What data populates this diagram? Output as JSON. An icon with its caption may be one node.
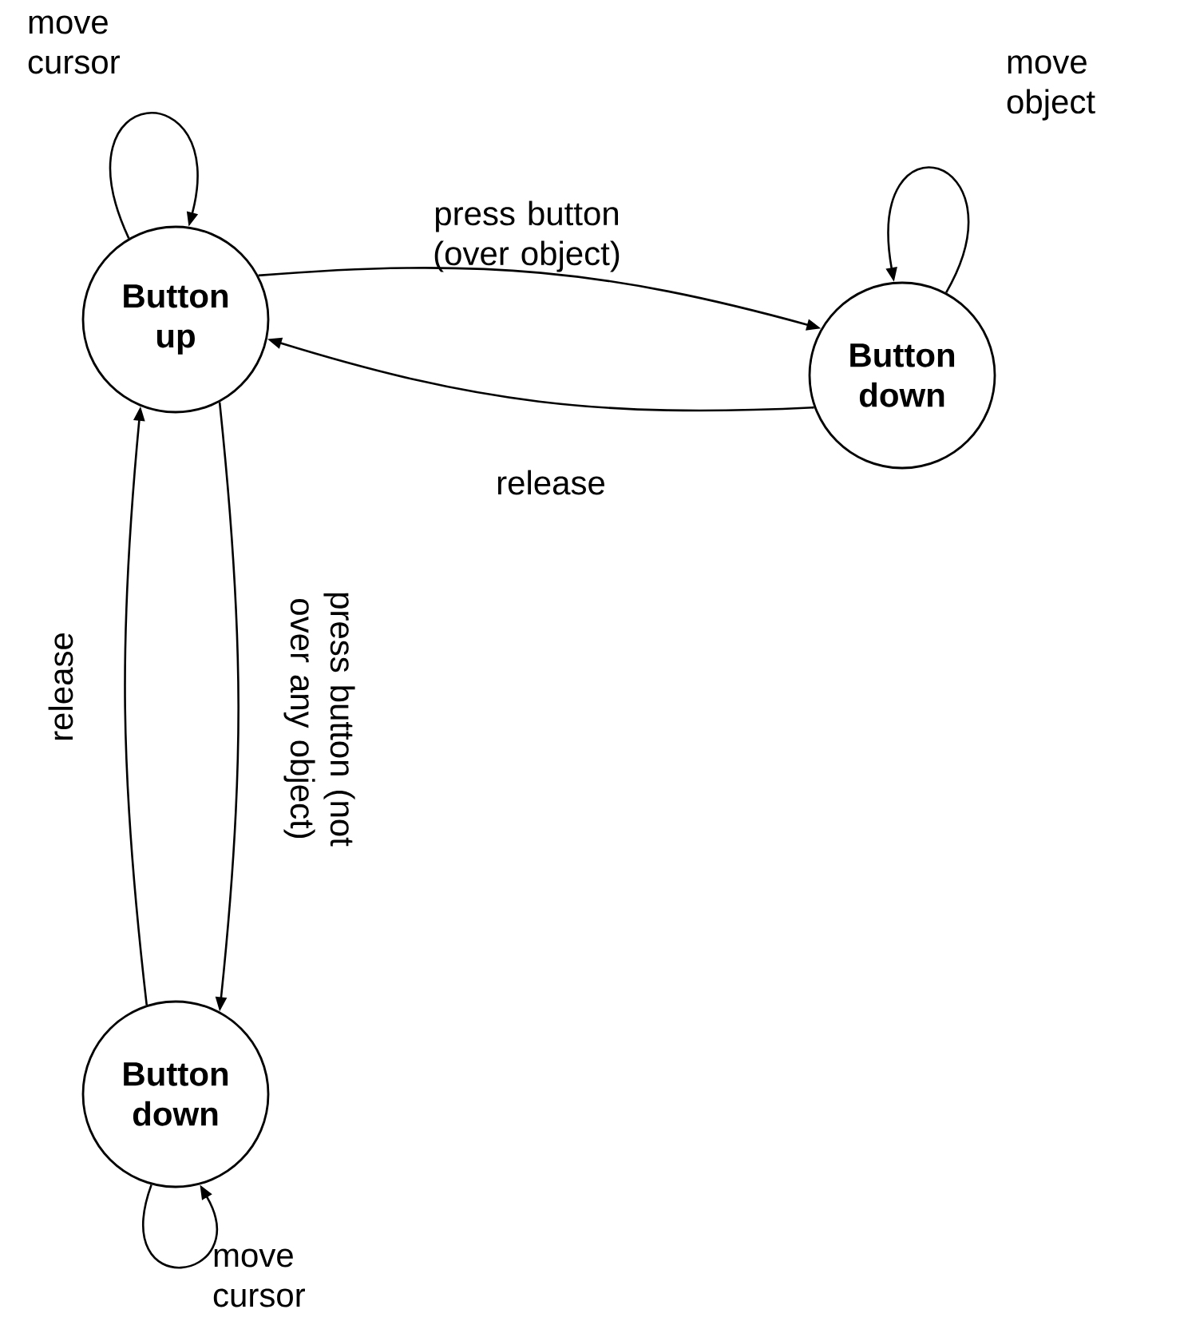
{
  "diagram": {
    "nodes": [
      {
        "text": [
          "Button up"
        ]
      },
      {
        "text": [
          "Button down"
        ]
      },
      {
        "text": [
          "Button down"
        ]
      }
    ],
    "edges": [
      {
        "from": 0,
        "to": 0,
        "arrow": "to",
        "label": "move cursor"
      },
      {
        "from": 0,
        "to": 1,
        "arrow": "to",
        "label": "press button (over object)"
      },
      {
        "from": 1,
        "to": 0,
        "arrow": "to",
        "label": "release"
      },
      {
        "from": 1,
        "to": 1,
        "arrow": "to",
        "label": "move object"
      },
      {
        "from": 0,
        "to": 2,
        "arrow": "to",
        "label": "press button (not over any object)"
      },
      {
        "from": 2,
        "to": 0,
        "arrow": "to",
        "label": "release"
      },
      {
        "from": 2,
        "to": 2,
        "arrow": "to",
        "label": "move cursor"
      }
    ]
  }
}
